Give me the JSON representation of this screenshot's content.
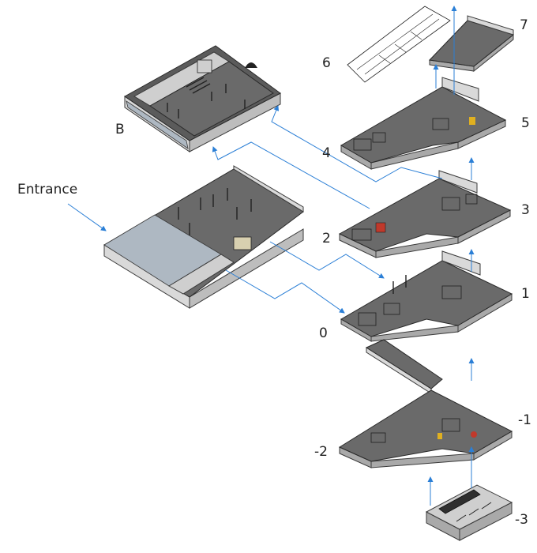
{
  "labels": {
    "entrance": "Entrance",
    "building": "B",
    "levels": {
      "l7": "7",
      "l6": "6",
      "l5": "5",
      "l4": "4",
      "l3": "3",
      "l2": "2",
      "l1": "1",
      "l0": "0",
      "lm1": "-1",
      "lm2": "-2",
      "lm3": "-3"
    }
  },
  "colors": {
    "arrow": "#2b7fd6",
    "floor": "#6a6a6a",
    "wall": "#d9d9d9",
    "accent_red": "#c0392b",
    "accent_yellow": "#e0b020"
  }
}
